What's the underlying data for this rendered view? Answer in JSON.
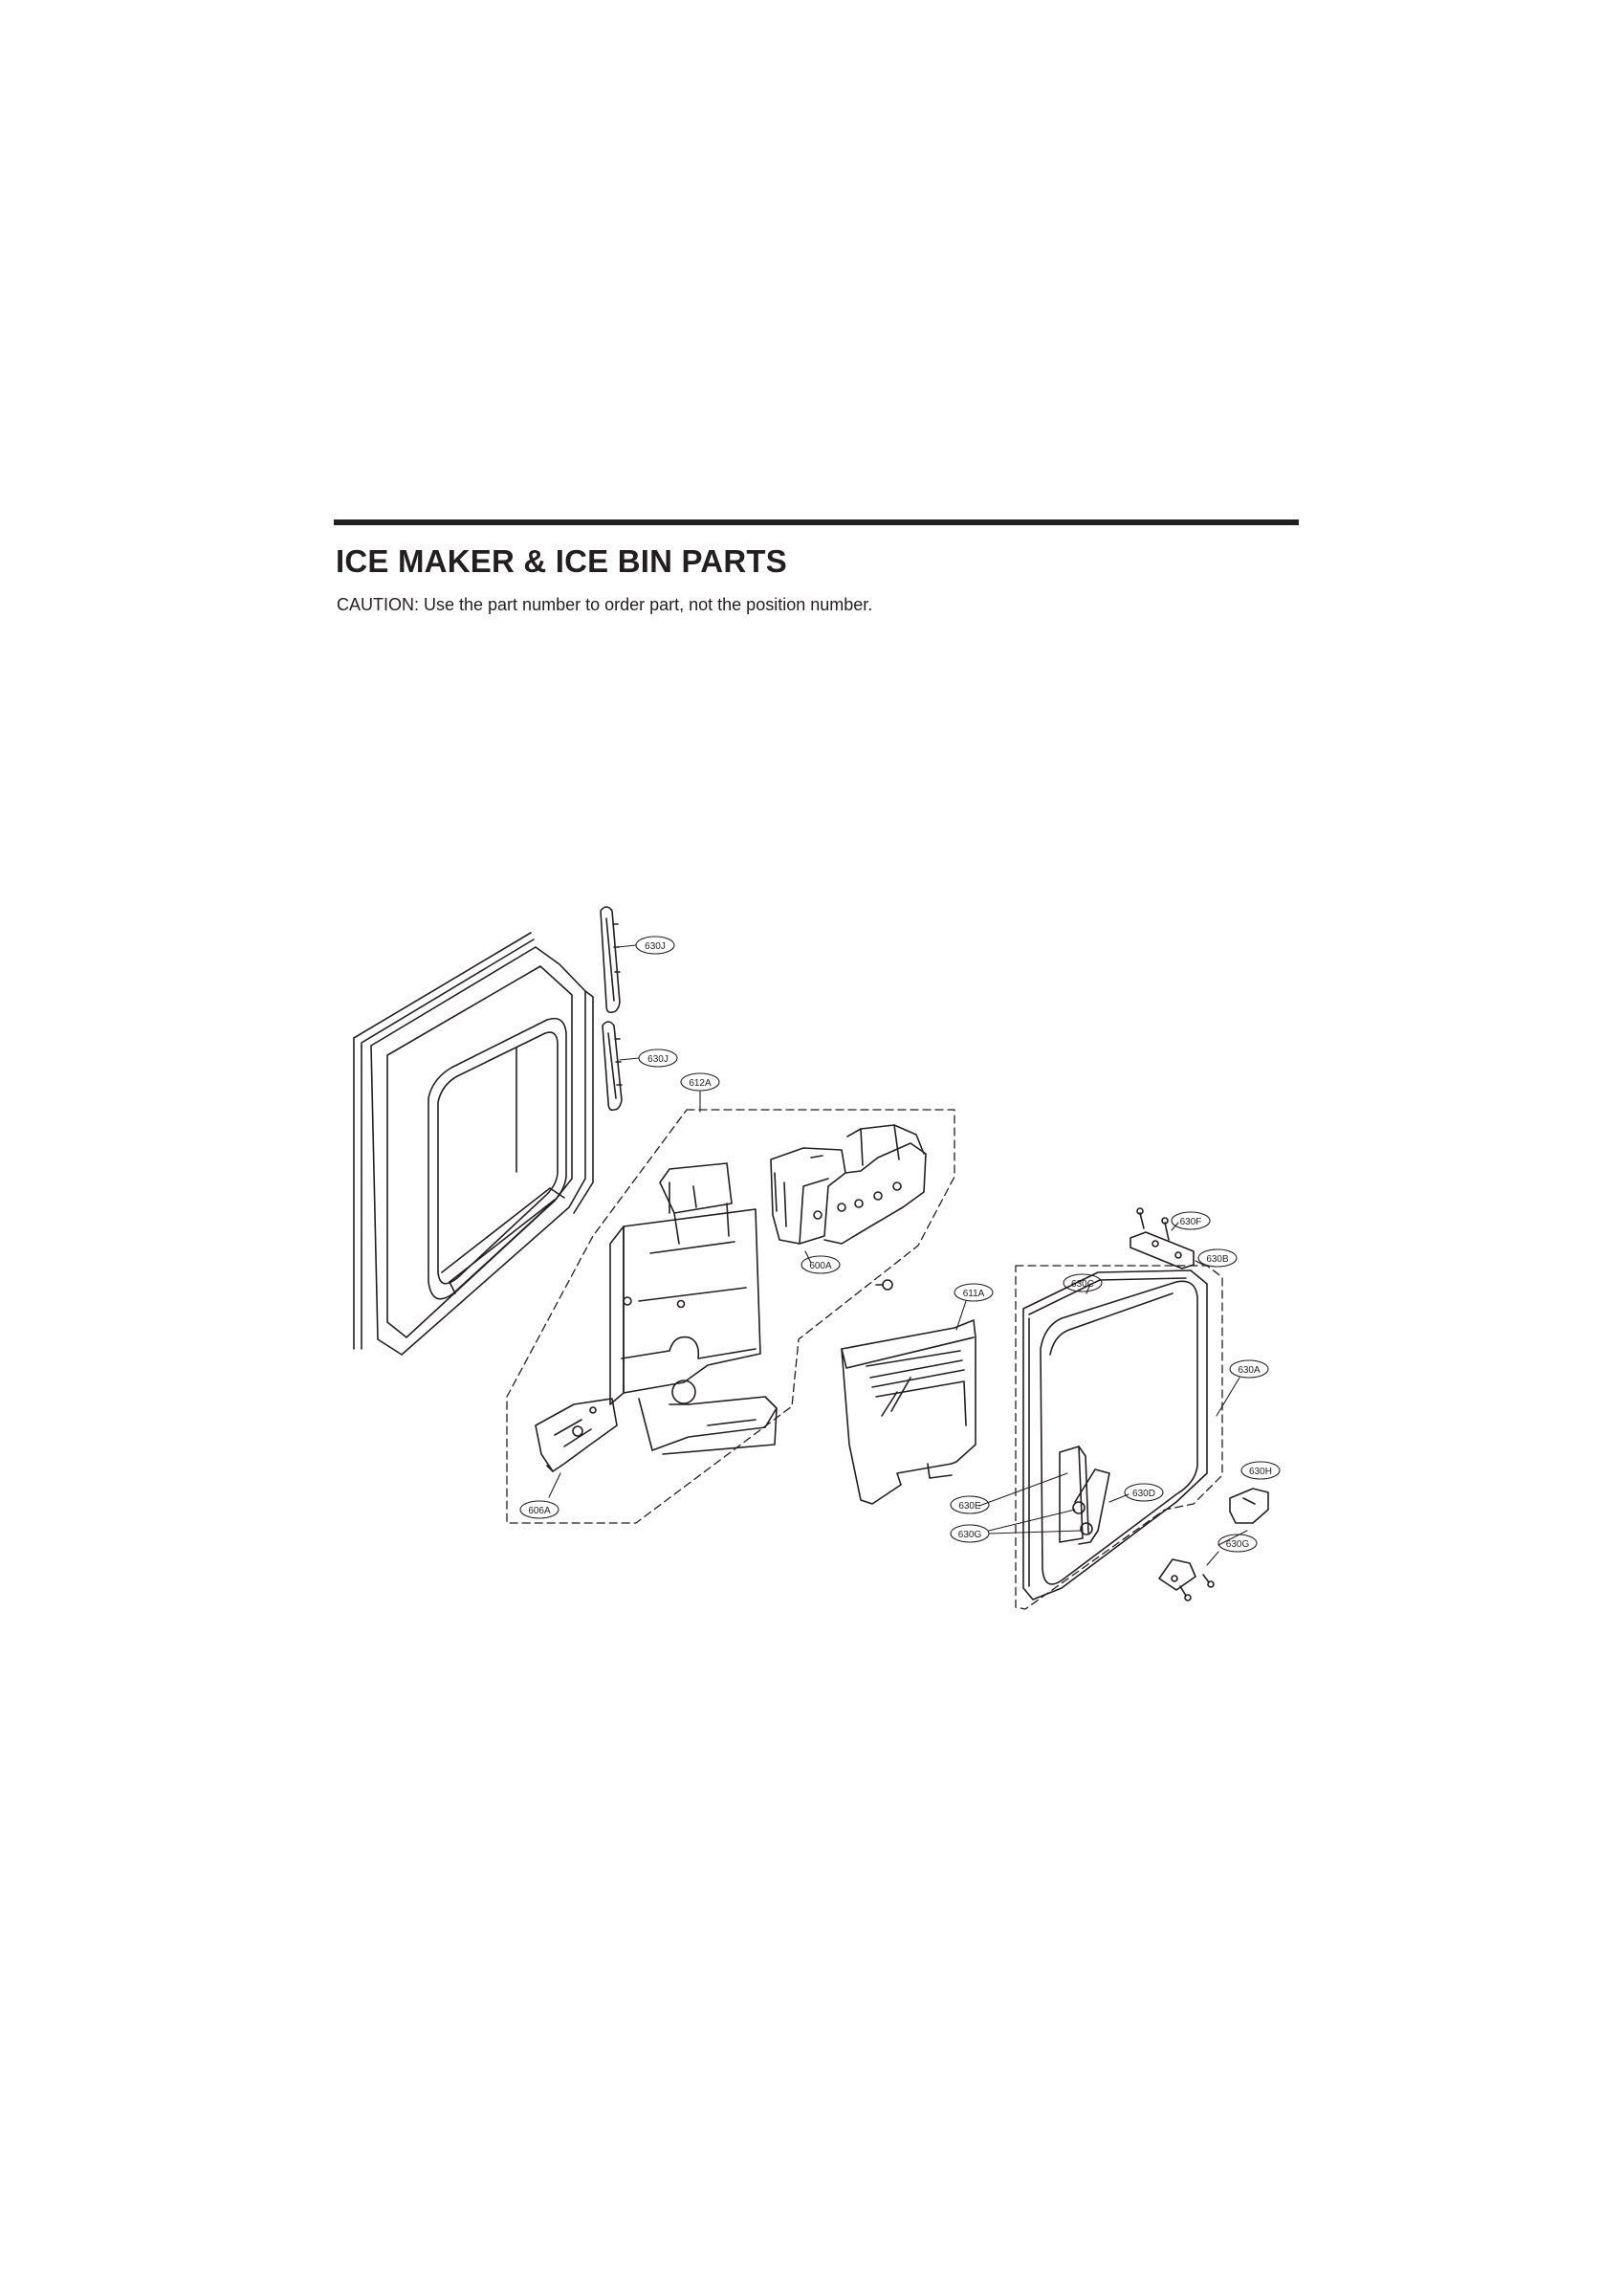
{
  "page": {
    "title": "ICE MAKER & ICE BIN PARTS",
    "caution": "CAUTION: Use the part number to order part, not the position number."
  },
  "callouts": {
    "c630J_a": "630J",
    "c630J_b": "630J",
    "c612A": "612A",
    "c600A": "600A",
    "c611A": "611A",
    "c606A": "606A",
    "c630F": "630F",
    "c630B": "630B",
    "c630C": "630C",
    "c630A": "630A",
    "c630H": "630H",
    "c630D": "630D",
    "c630E": "630E",
    "c630G_a": "630G",
    "c630G_b": "630G"
  }
}
